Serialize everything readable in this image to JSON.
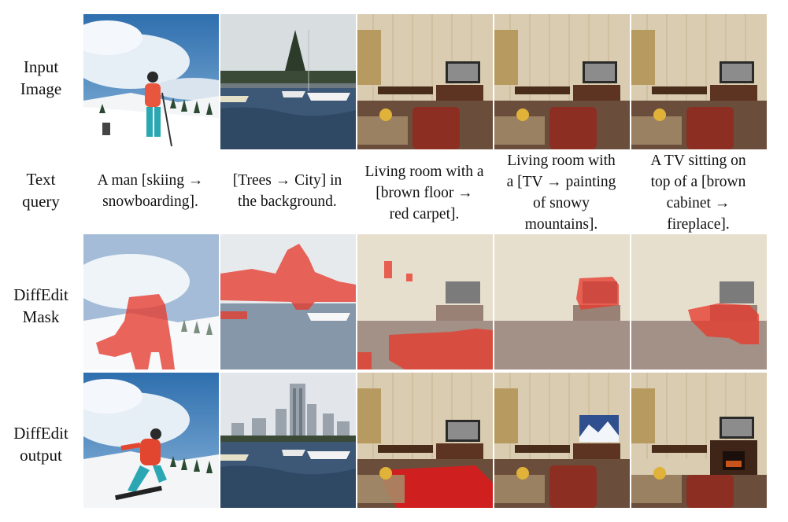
{
  "rows": {
    "input": "Input\nImage",
    "query": "Text\nquery",
    "mask": "DiffEdit\nMask",
    "output": "DiffEdit\noutput"
  },
  "queries": [
    "A man [skiing →\nsnowboarding].",
    "[Trees → City] in\nthe background.",
    "Living room with a\n[brown floor →\nred carpet].",
    "Living room with\na [TV → painting\nof snowy\nmountains].",
    "A TV sitting on\ntop of a [brown\ncabinet →\nfireplace]."
  ],
  "colors": {
    "mask": "#e53b2e"
  }
}
